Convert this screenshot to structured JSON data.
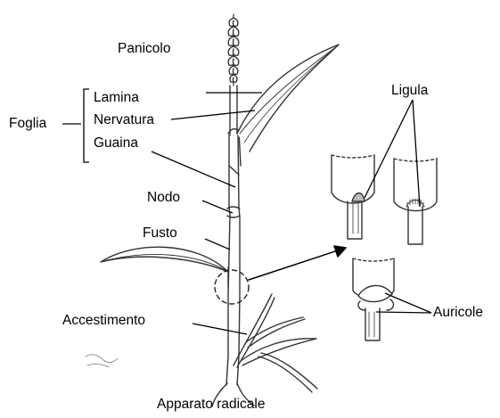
{
  "labels": {
    "panicolo": "Panicolo",
    "foglia": "Foglia",
    "lamina": "Lamina",
    "nervatura": "Nervatura",
    "guaina": "Guaina",
    "nodo": "Nodo",
    "fusto": "Fusto",
    "accestimento": "Accestimento",
    "apparato_radicale": "Apparato radicale",
    "ligula": "Ligula",
    "auricole": "Auricole"
  },
  "colors": {
    "ink": "#000000",
    "plant_stroke": "#333333",
    "plant_fill": "#ffffff",
    "ligula_fill": "#bdbdbd"
  }
}
